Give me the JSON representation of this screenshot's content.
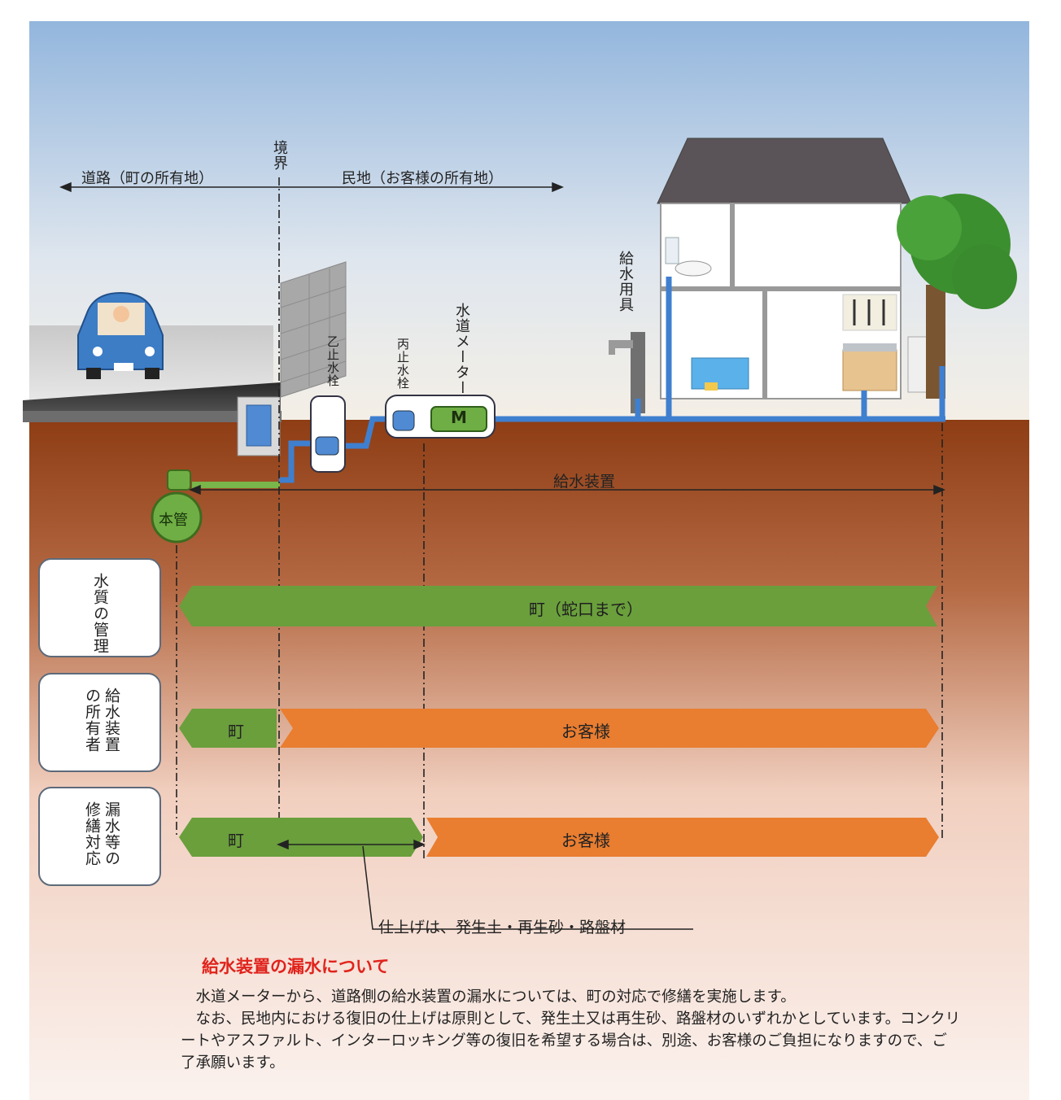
{
  "boundary": {
    "label": "境界"
  },
  "sections": {
    "road": "道路（町の所有地）",
    "private": "民地（お客様の所有地）"
  },
  "equipment": {
    "supply_fixture": "給水用具",
    "otsu_valve": "乙止水栓",
    "hei_valve": "丙止水栓",
    "meter": "水道メーター",
    "meter_letter": "M",
    "main_pipe": "本管",
    "supply_system": "給水装置"
  },
  "rows": [
    {
      "title": "水質の管理",
      "bands": [
        "町（蛇口まで）"
      ]
    },
    {
      "title": "給水装置の所有者",
      "bands": [
        "町",
        "お客様"
      ]
    },
    {
      "title": "漏水等の修繕対応",
      "bands": [
        "町",
        "お客様"
      ]
    }
  ],
  "finish_note": "仕上げは、発生土・再生砂・路盤材",
  "notice": {
    "title": "給水装置の漏水について",
    "paragraphs": [
      "水道メーターから、道路側の給水装置の漏水については、町の対応で修繕を実施します。",
      "なお、民地内における復旧の仕上げは原則として、発生土又は再生砂、路盤材のいずれかとしています。コンクリートやアスファルト、インターロッキング等の復旧を希望する場合は、別途、お客様のご負担になりますので、ご了承願います。"
    ]
  },
  "colors": {
    "town_green": "#6a9f3c",
    "customer_orange": "#e97d30",
    "pipe_blue": "#3f7fcf",
    "soil": "#9a4a1f",
    "sky": "#b9cfe6"
  }
}
